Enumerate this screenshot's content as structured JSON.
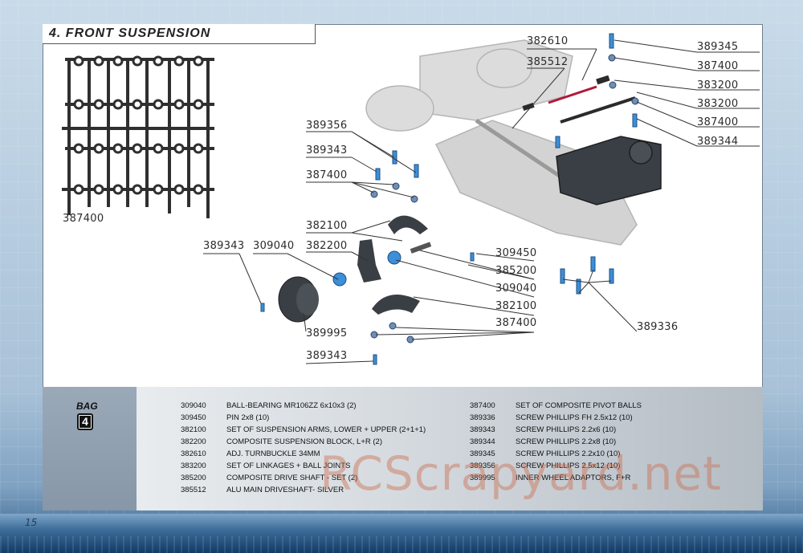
{
  "header": {
    "title": "4. FRONT SUSPENSION"
  },
  "page_number": "15",
  "watermark": "RCScrapyard.net",
  "bag": {
    "label": "BAG",
    "number": "4"
  },
  "callouts": {
    "sprue_part": "387400",
    "c382610": "382610",
    "c385512": "385512",
    "c389345": "389345",
    "c387400_r1": "387400",
    "c383200_a": "383200",
    "c383200_b": "383200",
    "c387400_r2": "387400",
    "c389344": "389344",
    "c389356": "389356",
    "c389343_top": "389343",
    "c387400_l": "387400",
    "c382100_top": "382100",
    "c382200": "382200",
    "c389343_left": "389343",
    "c309040_left": "309040",
    "c309450": "309450",
    "c385200": "385200",
    "c309040_right": "309040",
    "c382100_bottom": "382100",
    "c387400_bottom": "387400",
    "c389336": "389336",
    "c389995": "389995",
    "c389343_bottom": "389343"
  },
  "parts_left": [
    {
      "num": "309040",
      "desc": "BALL-BEARING MR106ZZ 6x10x3 (2)"
    },
    {
      "num": "309450",
      "desc": "PIN 2x8 (10)"
    },
    {
      "num": "382100",
      "desc": "SET OF SUSPENSION ARMS, LOWER + UPPER (2+1+1)"
    },
    {
      "num": "382200",
      "desc": "COMPOSITE SUSPENSION BLOCK, L+R (2)"
    },
    {
      "num": "382610",
      "desc": "ADJ. TURNBUCKLE  34MM"
    },
    {
      "num": "383200",
      "desc": "SET OF LINKAGES + BALL JOINTS"
    },
    {
      "num": "385200",
      "desc": "COMPOSITE DRIVE SHAFT - SET (2)"
    },
    {
      "num": "385512",
      "desc": "ALU MAIN DRIVESHAFT- SILVER"
    }
  ],
  "parts_right": [
    {
      "num": "387400",
      "desc": "SET OF COMPOSITE PIVOT BALLS"
    },
    {
      "num": "389336",
      "desc": "SCREW PHILLIPS FH 2.5x12 (10)"
    },
    {
      "num": "389343",
      "desc": "SCREW PHILLIPS 2.2x6 (10)"
    },
    {
      "num": "389344",
      "desc": "SCREW PHILLIPS 2.2x8 (10)"
    },
    {
      "num": "389345",
      "desc": "SCREW PHILLIPS 2.2x10 (10)"
    },
    {
      "num": "389356",
      "desc": "SCREW PHILLIPS 2.5x12 (10)"
    },
    {
      "num": "389995",
      "desc": "INNER WHEEL ADAPTORS, F+R"
    }
  ],
  "colors": {
    "blue_part": "#3c8fd8",
    "part_dark": "#3a3f45",
    "panel_bg": "#ffffff"
  }
}
